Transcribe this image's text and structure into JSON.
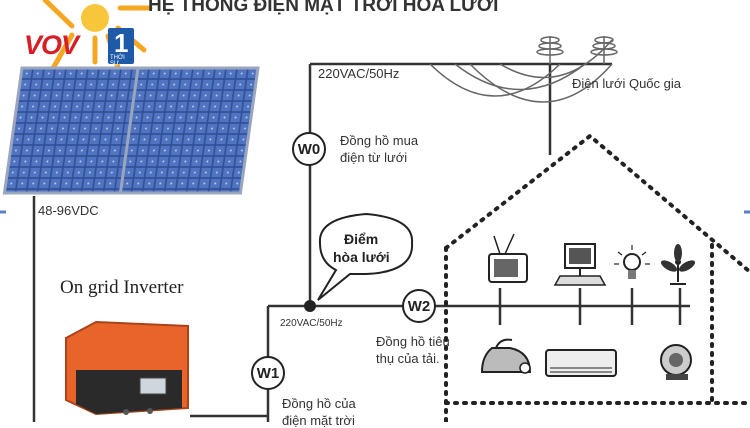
{
  "title": "HỆ THỐNG ĐIỆN MẶT TRỜI HÒA LƯỚI",
  "logo": {
    "text": "VOV",
    "channel": "1",
    "sub": "THỜI SỰ",
    "color_red": "#d71f26",
    "color_blue": "#1e5aa8"
  },
  "labels": {
    "ac_top": "220VAC/50Hz",
    "grid": "Điện lưới Quốc gia",
    "w0_desc_1": "Đồng hồ mua",
    "w0_desc_2": "điện từ lưới",
    "dc": "48-96VDC",
    "junction_1": "Điểm",
    "junction_2": "hòa lưới",
    "inverter": "On grid Inverter",
    "ac_mid": "220VAC/50Hz",
    "w2_desc_1": "Đồng hồ tiêu",
    "w2_desc_2": "thụ của tải.",
    "w1_desc_1": "Đồng hồ của",
    "w1_desc_2": "điện mặt trời"
  },
  "meters": {
    "w0": "W0",
    "w1": "W1",
    "w2": "W2"
  },
  "appliances": [
    "tv-icon",
    "computer-icon",
    "lamp-icon",
    "fan-icon",
    "iron-icon",
    "air-conditioner-icon",
    "motor-icon"
  ],
  "colors": {
    "panel": "#3b5da8",
    "inverter": "#e8642a",
    "sun": "#f5a623",
    "line": "#333333"
  }
}
